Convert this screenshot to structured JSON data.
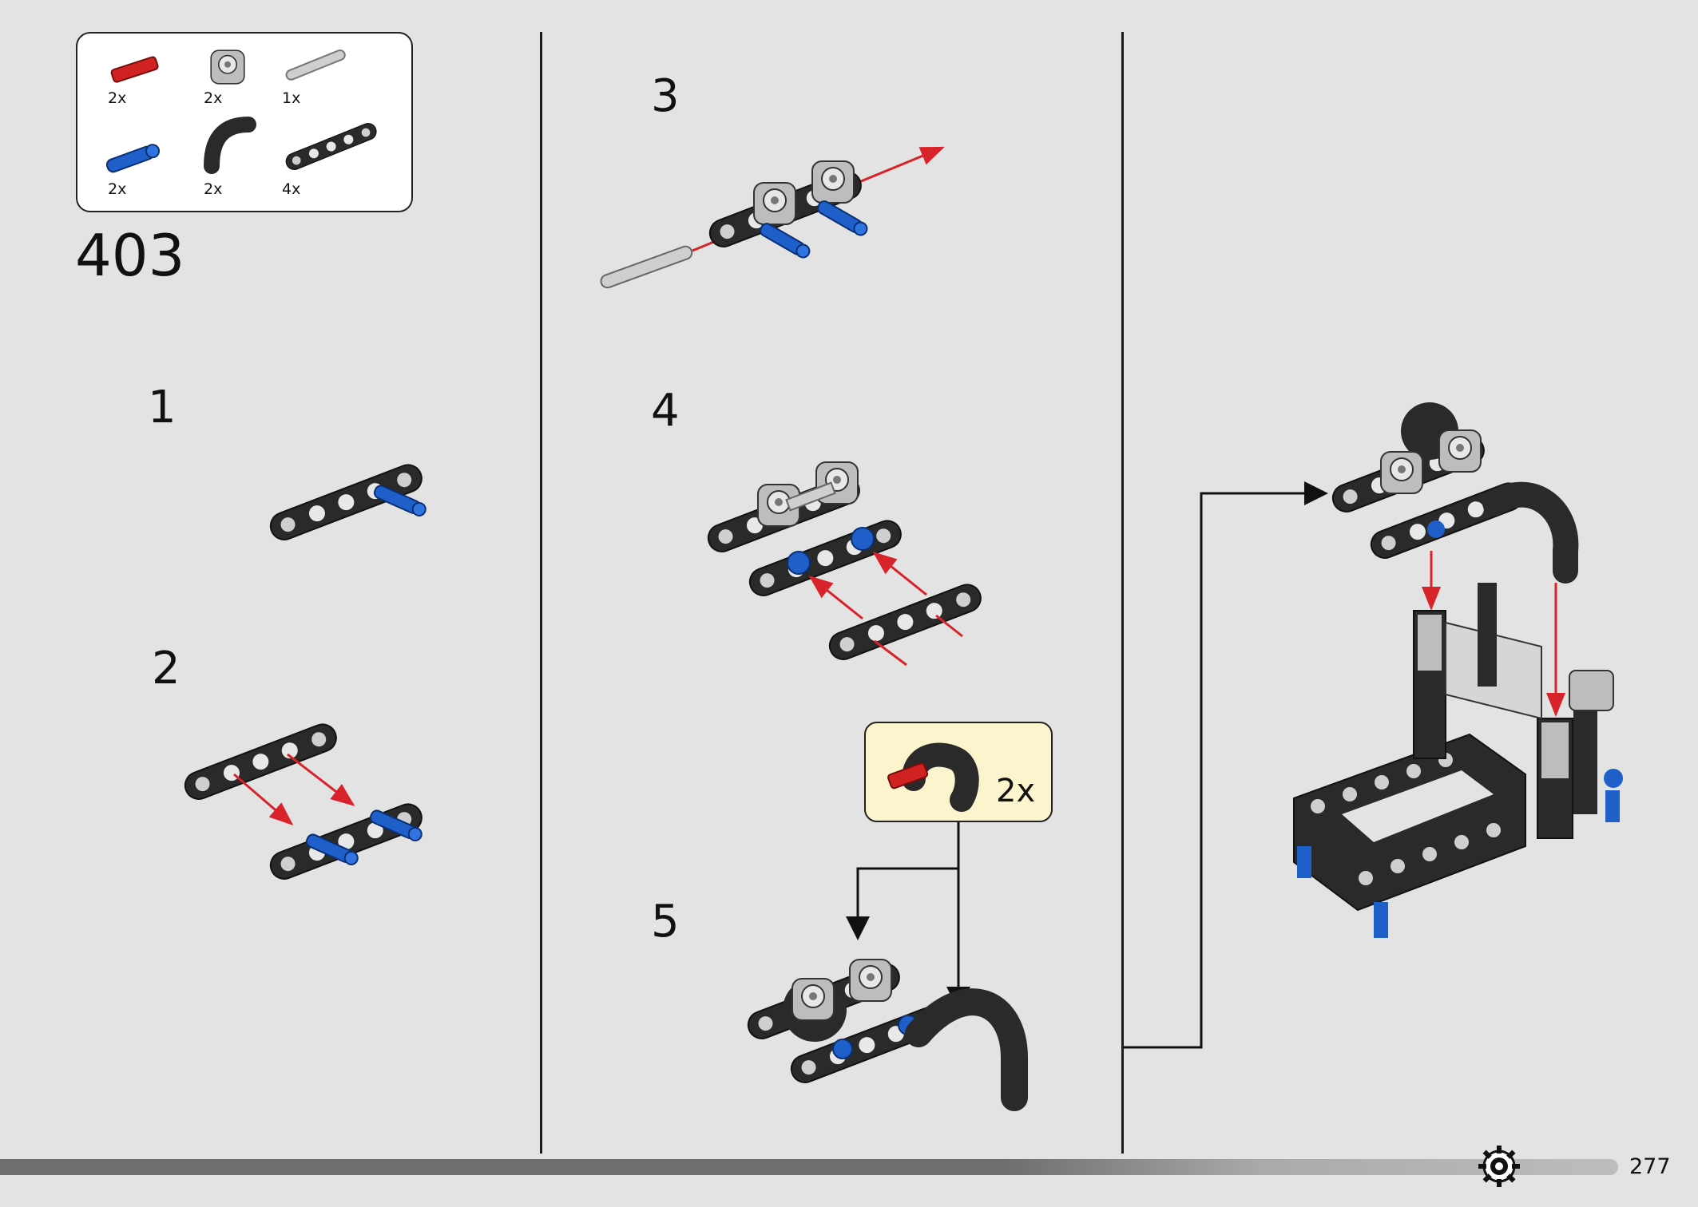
{
  "parts_list": [
    {
      "name": "red axle pin",
      "qty": "2x"
    },
    {
      "name": "gray axle connector",
      "qty": "2x"
    },
    {
      "name": "gray axle",
      "qty": "1x"
    },
    {
      "name": "blue pin",
      "qty": "2x"
    },
    {
      "name": "black curved hose",
      "qty": "2x"
    },
    {
      "name": "black beam",
      "qty": "4x"
    }
  ],
  "page_step": "403",
  "steps": [
    {
      "number": "1"
    },
    {
      "number": "2"
    },
    {
      "number": "3"
    },
    {
      "number": "4"
    },
    {
      "number": "5"
    }
  ],
  "callout": {
    "qty": "2x"
  },
  "page_number": "277",
  "colors": {
    "background": "#e3e3e3",
    "beam": "#2a2a2a",
    "pin_blue": "#1f5fc9",
    "axle_red": "#d12222",
    "arrow_red": "#d8232a",
    "callout_bg": "#fcf4cc"
  },
  "icons": [
    "gear-icon"
  ]
}
